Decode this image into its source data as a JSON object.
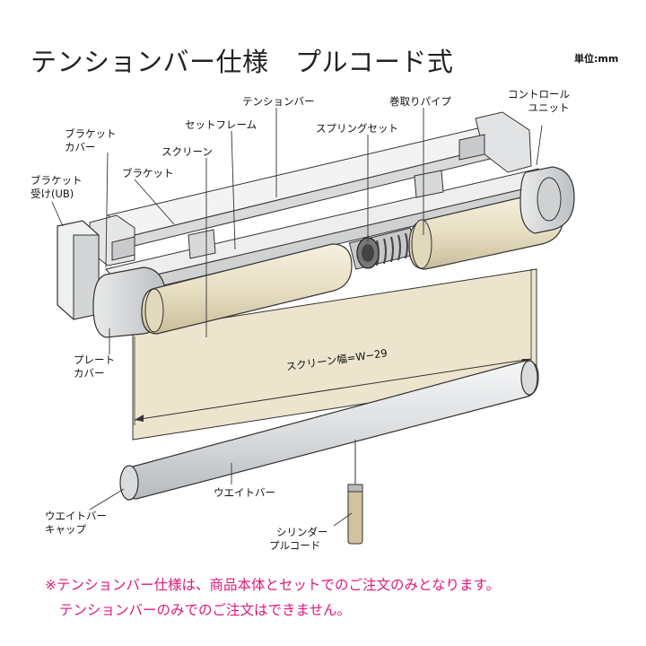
{
  "title": "テンションバー仕様　プルコード式",
  "unit": "単位:mm",
  "labels": {
    "tension_bar": "テンションバー",
    "take_up_pipe": "巻取りパイプ",
    "control_unit": [
      "コントロール",
      "ユニット"
    ],
    "bracket_cover": [
      "ブラケット",
      "カバー"
    ],
    "set_frame": "セットフレーム",
    "spring_set": "スプリングセット",
    "screen": "スクリーン",
    "bracket": "ブラケット",
    "bracket_holder": [
      "ブラケット",
      "受け(UB)"
    ],
    "plate_cover": [
      "プレート",
      "カバー"
    ],
    "screen_width": "スクリーン幅=W−29",
    "weight_bar": "ウエイトバー",
    "weight_bar_cap": [
      "ウエイトバー",
      "キャップ"
    ],
    "cylinder_pull_cord": [
      "シリンダー",
      "プルコード"
    ]
  },
  "notes": [
    "※テンションバー仕様は、商品本体とセットでのご注文のみとなります。",
    "テンションバーのみでのご注文はできません。"
  ],
  "colors": {
    "screen_fabric": "#ece4cc",
    "frame_gray": "#d6d8da",
    "outline": "#333333",
    "note_text": "#e0187a"
  }
}
